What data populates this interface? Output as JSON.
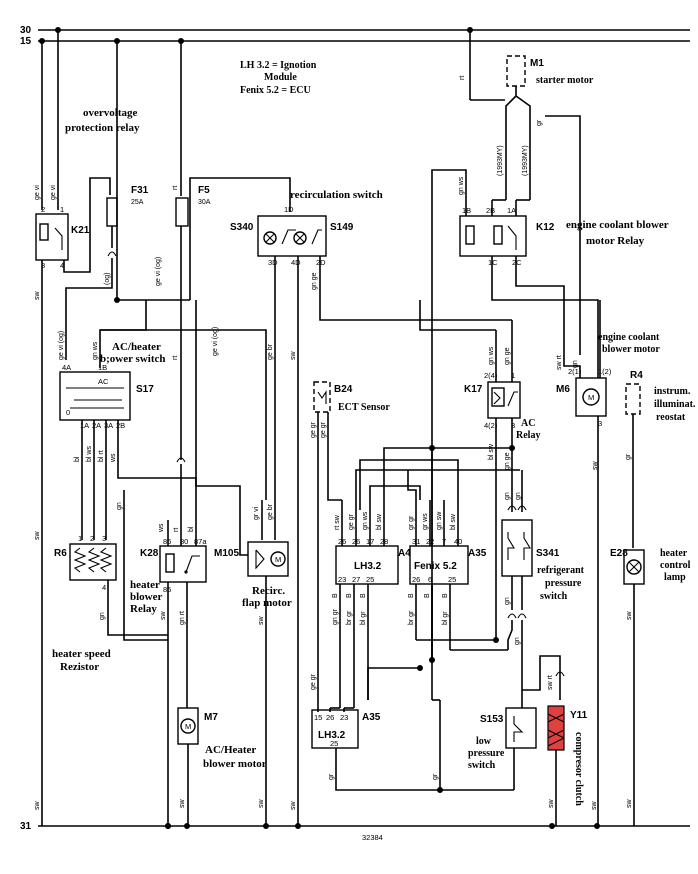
{
  "rails": {
    "r30": "30",
    "r15": "15",
    "r31": "31"
  },
  "figure_number": "32384",
  "notes": {
    "line1": "LH 3.2 = Ignotion",
    "line2": "Module",
    "line3": "Fenix 5.2 = ECU"
  },
  "components": {
    "M1": {
      "code": "M1",
      "label": "starter motor"
    },
    "K21": {
      "code": "K21",
      "label1": "overvoltage",
      "label2": "protection relay"
    },
    "F31": {
      "code": "F31",
      "rating": "25A"
    },
    "F5": {
      "code": "F5",
      "rating": "30A"
    },
    "recirc_switch": {
      "label": "recirculation switch",
      "code_a": "S340",
      "code_b": "S149"
    },
    "K12": {
      "code": "K12",
      "label1": "engine coolant blower",
      "label2": "motor Relay"
    },
    "S17": {
      "code": "S17",
      "label1": "AC/heater",
      "label2": "b;ower switch"
    },
    "B24": {
      "code": "B24",
      "label": "ECT Sensor"
    },
    "K17": {
      "code": "K17",
      "label1": "AC",
      "label2": "Relay"
    },
    "M6": {
      "code": "M6",
      "label1": "engine coolant",
      "label2": "blower motor"
    },
    "R4": {
      "code": "R4",
      "label1": "instrum.",
      "label2": "illuminat.",
      "label3": "reostat"
    },
    "R6": {
      "code": "R6",
      "label1": "heater speed",
      "label2": "Rezistor"
    },
    "K28": {
      "code": "K28",
      "label1": "heater",
      "label2": "blower",
      "label3": "Relay"
    },
    "M105": {
      "code": "M105",
      "label1": "Recirc.",
      "label2": "flap motor"
    },
    "A4": {
      "code": "A4",
      "module": "LH3.2"
    },
    "A35": {
      "code": "A35",
      "module": "Fenix 5.2"
    },
    "S341": {
      "code": "S341",
      "label1": "refrigerant",
      "label2": "pressure",
      "label3": "switch"
    },
    "E28": {
      "code": "E28",
      "label1": "heater",
      "label2": "control",
      "label3": "lamp"
    },
    "M7": {
      "code": "M7",
      "label1": "AC/Heater",
      "label2": "blower motor"
    },
    "A35b": {
      "code": "A35",
      "module": "LH3.2"
    },
    "S153": {
      "code": "S153",
      "label1": "low",
      "label2": "pressure",
      "label3": "switch"
    },
    "Y11": {
      "code": "Y11",
      "label": "compresor clutch"
    }
  },
  "pins": {
    "k21": [
      "2",
      "1",
      "3",
      "4"
    ],
    "recirc": [
      "1D",
      "3D",
      "4D",
      "2D"
    ],
    "k12": [
      "1B",
      "2B",
      "1A",
      "1C",
      "2C"
    ],
    "s17": [
      "4A",
      "1B",
      "AC",
      "0",
      "1A",
      "2A",
      "3A",
      "2B"
    ],
    "k17": [
      "2(4)",
      "1",
      "4(2)",
      "3"
    ],
    "m6": [
      "2(1)",
      "1(2)",
      "3"
    ],
    "r6": [
      "1",
      "2",
      "3",
      "4"
    ],
    "k28": [
      "86",
      "85",
      "30",
      "87a"
    ],
    "a4top": [
      "26",
      "26",
      "17",
      "28"
    ],
    "a4bot": [
      "23",
      "27",
      "25"
    ],
    "a35top": [
      "31",
      "22",
      "7",
      "40"
    ],
    "a35bot": [
      "26",
      "6",
      "25"
    ],
    "lh32b": [
      "15",
      "26",
      "23",
      "25"
    ]
  },
  "wire_colors": {
    "rt": "rt",
    "sw": "sw",
    "gr": "gr",
    "gn": "gn",
    "bl": "bl",
    "br": "br",
    "ge_vi": "ge vi",
    "gn_ws": "gn ws",
    "ge_br": "ge br",
    "bl_rt": "bl rt",
    "sw_rt": "sw rt",
    "og": "(og)",
    "ws": "ws",
    "gr_vi": "gr vi",
    "my1": "(1993MY)",
    "my2": "(1993MY)"
  }
}
